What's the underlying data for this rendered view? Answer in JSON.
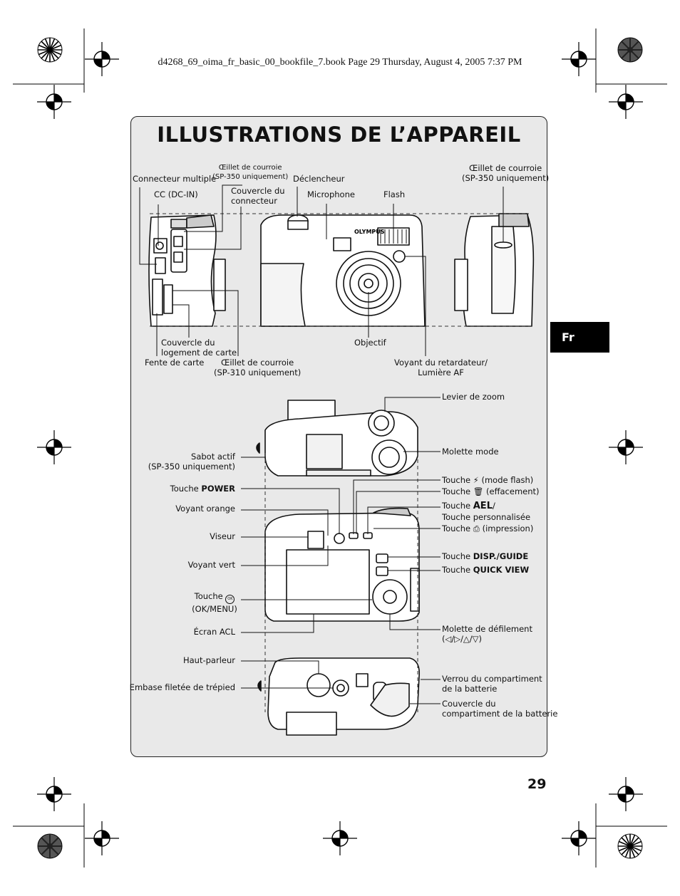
{
  "header": {
    "file_line": "d4268_69_oima_fr_basic_00_bookfile_7.book  Page 29  Thursday, August 4, 2005  7:37 PM"
  },
  "title": "ILLUSTRATIONS DE L’APPAREIL",
  "language_tab": "Fr",
  "page_number": "29",
  "labels": {
    "connecteur_multiple": "Connecteur multiple",
    "oeillet_sp350_a_1": "Œillet de courroie",
    "oeillet_sp350_a_2": "(SP-350 uniquement)",
    "declencheur": "Déclencheur",
    "oeillet_sp350_b_1": "Œillet de courroie",
    "oeillet_sp350_b_2": "(SP-350 uniquement)",
    "cc_dcin": "CC (DC-IN)",
    "couvercle_connecteur_1": "Couvercle du",
    "couvercle_connecteur_2": "connecteur",
    "microphone": "Microphone",
    "flash": "Flash",
    "couvercle_logement_1": "Couvercle du",
    "couvercle_logement_2": "logement de carte",
    "objectif": "Objectif",
    "fente_carte": "Fente de carte",
    "oeillet_sp310_1": "Œillet de courroie",
    "oeillet_sp310_2": "(SP-310 uniquement)",
    "voyant_retardateur_1": "Voyant du retardateur/",
    "voyant_retardateur_2": "Lumière AF",
    "levier_zoom": "Levier de zoom",
    "sabot_actif_1": "Sabot actif",
    "sabot_actif_2": "(SP-350 uniquement)",
    "molette_mode": "Molette mode",
    "touche_flash_prefix": "Touche",
    "touche_flash_suffix": "(mode flash)",
    "touche_effacement_prefix": "Touche",
    "touche_effacement_suffix": "(effacement)",
    "touche_power_prefix": "Touche",
    "touche_power_bold": "POWER",
    "voyant_orange": "Voyant orange",
    "touche_ael_prefix": "Touche",
    "touche_ael_bold": "AEL",
    "touche_ael_suffix": "/",
    "touche_personnalisee": "Touche personnalisée",
    "touche_impression_prefix": "Touche",
    "touche_impression_suffix": "(impression)",
    "viseur": "Viseur",
    "touche_disp_prefix": "Touche",
    "touche_disp_bold": "DISP./GUIDE",
    "voyant_vert": "Voyant vert",
    "touche_quickview_prefix": "Touche",
    "touche_quickview_bold": "QUICK VIEW",
    "touche_ok_1": "Touche",
    "touche_ok_2": "(OK/MENU)",
    "ecran_acl": "Écran ACL",
    "molette_defilement_1": "Molette de défilement",
    "molette_defilement_2": "(",
    "molette_defilement_3": ")",
    "haut_parleur": "Haut-parleur",
    "verrou_1": "Verrou du compartiment",
    "verrou_2": "de la batterie",
    "embase": "Embase filetée de trépied",
    "couvercle_batterie_1": "Couvercle du",
    "couvercle_batterie_2": "compartiment de la batterie"
  },
  "camera_markings": {
    "brand": "OLYMPUS",
    "ok_button": "OK"
  },
  "icons": [
    "flash-icon",
    "trash-icon",
    "print-icon",
    "ok-menu-icon",
    "arrow-keys-icon",
    "registration-mark-icon",
    "crop-mark-icon",
    "starburst-target-icon"
  ]
}
